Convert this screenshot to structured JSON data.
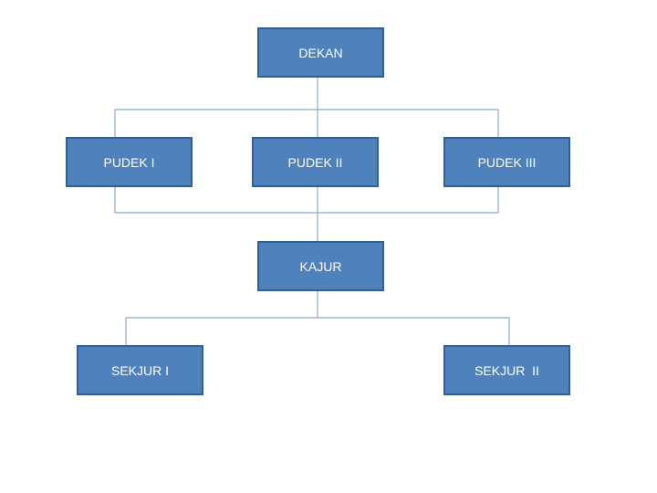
{
  "org_chart": {
    "dekan": "DEKAN",
    "pudek_1": "PUDEK I",
    "pudek_2": "PUDEK II",
    "pudek_3": "PUDEK III",
    "kajur": "KAJUR",
    "sekjur_1": "SEKJUR I",
    "sekjur_2": "SEKJUR  II"
  },
  "colors": {
    "box_fill": "#4f81bd",
    "box_border": "#385d8a",
    "connector": "#8ea9c8",
    "text": "#ffffff"
  }
}
